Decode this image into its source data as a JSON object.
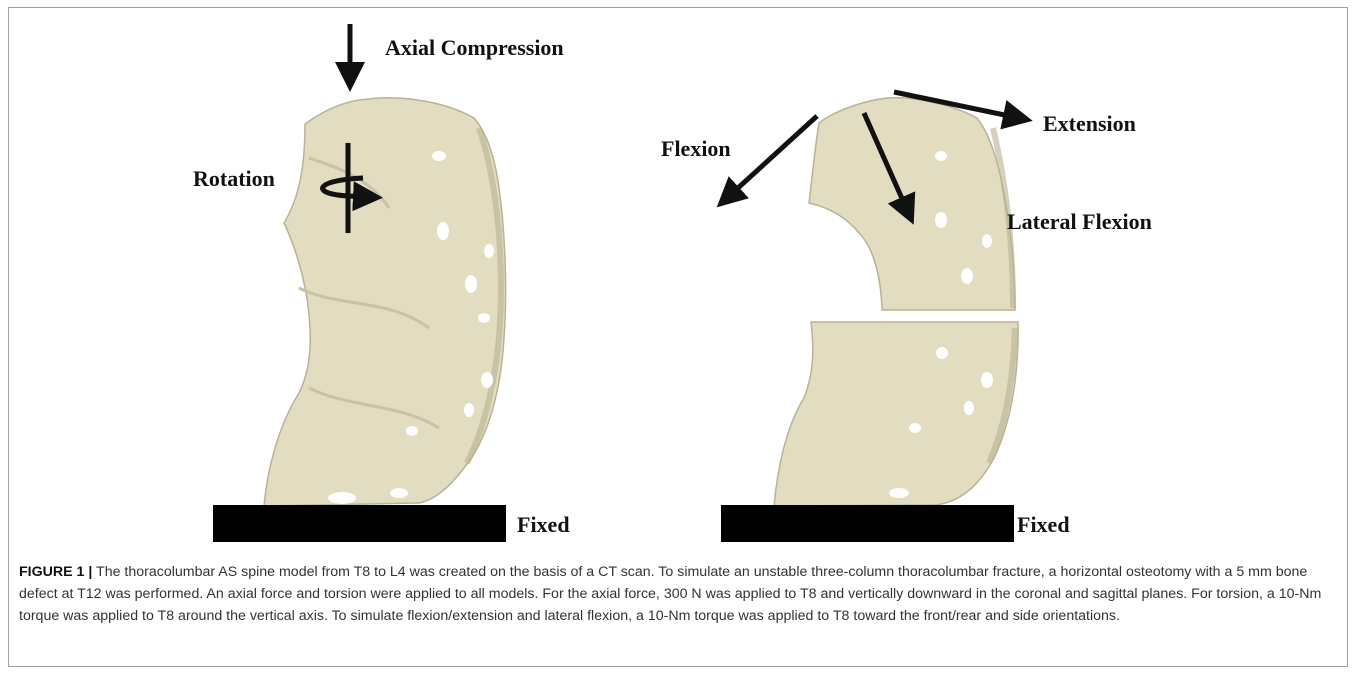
{
  "figure": {
    "left_panel": {
      "labels": {
        "axial_compression": "Axial Compression",
        "rotation": "Rotation",
        "fixed": "Fixed"
      }
    },
    "right_panel": {
      "labels": {
        "flexion": "Flexion",
        "extension": "Extension",
        "lateral_flexion": "Lateral Flexion",
        "fixed": "Fixed"
      }
    },
    "colors": {
      "bone": "#e2dcc0",
      "bone_shadow": "#b9b295",
      "hole": "#ffffff",
      "arrow": "#111111",
      "base": "#000000"
    }
  },
  "caption": {
    "label": "FIGURE 1 |",
    "text": " The thoracolumbar AS spine model from T8 to L4 was created on the basis of a CT scan. To simulate an unstable three-column thoracolumbar fracture, a horizontal osteotomy with a 5 mm bone defect at T12 was performed. An axial force and torsion were applied to all models. For the axial force, 300 N was applied to T8 and vertically downward in the coronal and sagittal planes. For torsion, a 10-Nm torque was applied to T8 around the vertical axis. To simulate flexion/extension and lateral flexion, a 10-Nm torque was applied to T8 toward the front/rear and side orientations."
  }
}
